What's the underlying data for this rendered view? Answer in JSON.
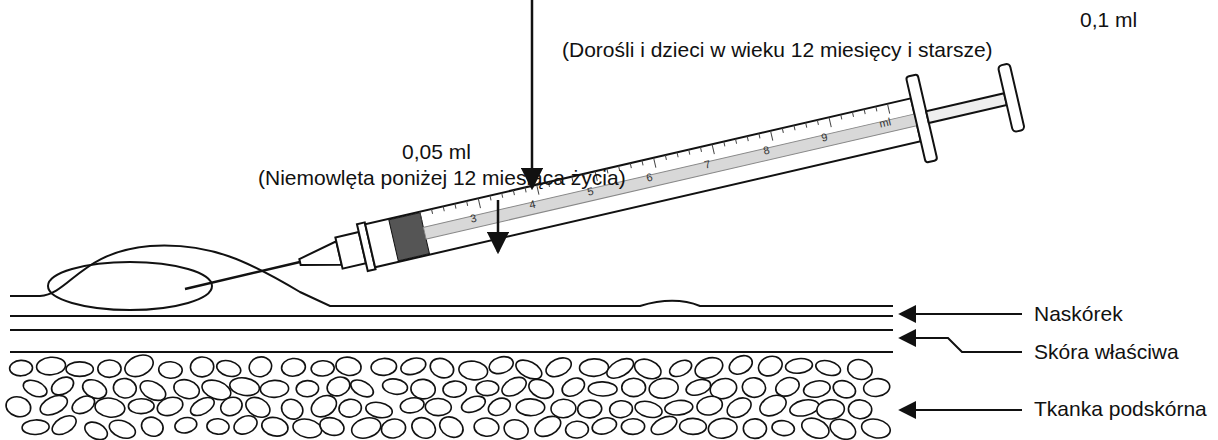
{
  "diagram": {
    "labels": [
      "0,1 ml",
      "(Dorośli i dzieci w wieku 12 miesięcy i starsze)",
      "0,05 ml",
      "(Niemowlęta poniżej 12 miesiąca życia)",
      "Naskórek",
      "Skóra właściwa",
      "Tkanka podskórna",
      "3",
      "4",
      "5",
      "6",
      "7",
      "8",
      "9",
      "ml"
    ]
  }
}
